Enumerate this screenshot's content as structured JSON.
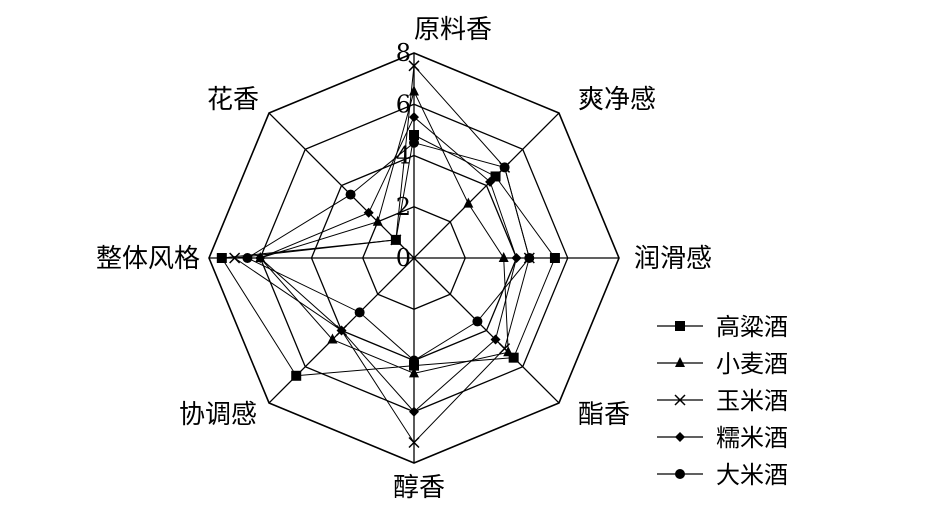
{
  "chart_data": {
    "type": "radar",
    "axes": [
      "原料香",
      "爽净感",
      "润滑感",
      "酯香",
      "醇香",
      "协调感",
      "整体风格",
      "花香"
    ],
    "ticks": [
      0,
      2,
      4,
      6,
      8
    ],
    "range": [
      0,
      8
    ],
    "grid": true,
    "legend_position": "right",
    "series": [
      {
        "name": "高粱酒",
        "marker": "square",
        "values": [
          4.8,
          4.5,
          5.5,
          5.5,
          4.2,
          6.5,
          7.5,
          1.0
        ]
      },
      {
        "name": "小麦酒",
        "marker": "triangle",
        "values": [
          6.5,
          3.0,
          3.5,
          5.2,
          4.5,
          4.5,
          6.0,
          2.0
        ]
      },
      {
        "name": "玉米酒",
        "marker": "x",
        "values": [
          7.5,
          5.0,
          4.5,
          5.0,
          7.2,
          4.0,
          7.0,
          1.0
        ]
      },
      {
        "name": "糯米酒",
        "marker": "diamond",
        "values": [
          5.5,
          4.2,
          4.0,
          4.5,
          6.0,
          4.0,
          6.0,
          2.5
        ]
      },
      {
        "name": "大米酒",
        "marker": "circle",
        "values": [
          4.5,
          5.0,
          4.5,
          3.5,
          4.0,
          3.0,
          6.5,
          3.5
        ]
      }
    ]
  }
}
